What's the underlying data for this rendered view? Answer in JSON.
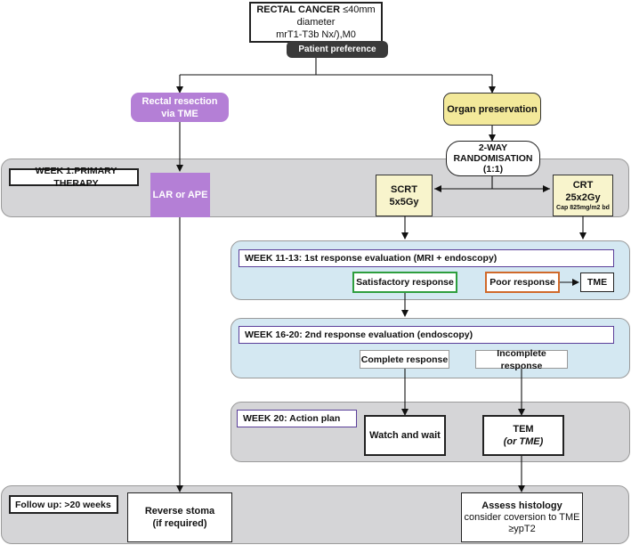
{
  "top": {
    "title_bold": "RECTAL CANCER",
    "title_rest": " ≤40mm diameter",
    "line2": "mrT1-T3b Nx/),M0",
    "preference": "Patient preference"
  },
  "branches": {
    "resection": {
      "line1": "Rectal resection",
      "line2": "via TME"
    },
    "organ": "Organ preservation",
    "randomisation": {
      "line1": "2-WAY",
      "line2": "RANDOMISATION",
      "line3": "(1:1)"
    }
  },
  "week1": {
    "label": "WEEK 1:PRIMARY THERAPY",
    "lar": "LAR or APE",
    "scrt": {
      "line1": "SCRT",
      "line2": "5x5Gy"
    },
    "crt": {
      "line1": "CRT",
      "line2": "25x2Gy",
      "line3": "Cap 825mg/m2 bd"
    }
  },
  "week11": {
    "label": "WEEK 11-13: 1st response evaluation (MRI + endoscopy)",
    "satisfactory": "Satisfactory response",
    "poor": "Poor response",
    "tme": "TME"
  },
  "week16": {
    "label": "WEEK 16-20: 2nd response evaluation (endoscopy)",
    "complete": "Complete response",
    "incomplete": "Incomplete response"
  },
  "week20": {
    "label": "WEEK 20: Action plan",
    "watch": "Watch and wait",
    "tem_line1": "TEM",
    "tem_line2": "(or TME)"
  },
  "followup": {
    "label": "Follow up: >20 weeks",
    "reverse_line1": "Reverse stoma",
    "reverse_line2": "(if required)",
    "assess_line1": "Assess histology",
    "assess_line2": "consider coversion to TME",
    "assess_line3": "≥ypT2"
  },
  "colors": {
    "purple": "#b47fd6",
    "yellow": "#f3e99a",
    "cream": "#f8f4cc",
    "gray_band": "#d5d5d7",
    "blue_band": "#d4e8f2",
    "green_border": "#2e9e3e",
    "orange_border": "#d0692a"
  }
}
